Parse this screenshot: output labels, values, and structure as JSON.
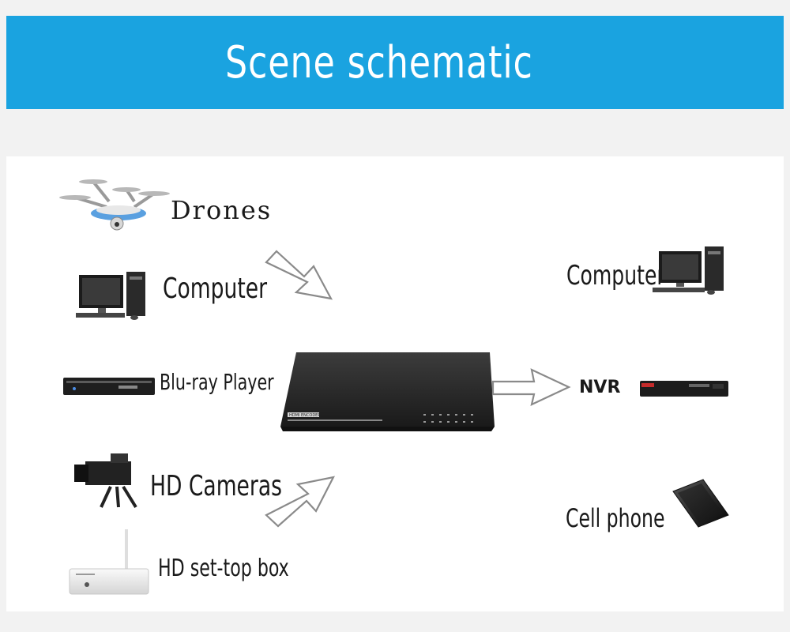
{
  "title": "Scene schematic",
  "sources": {
    "drones": "Drones",
    "computer": "Computer",
    "bluray": "Blu-ray Player",
    "hd_cameras": "HD Cameras",
    "settop": "HD set-top box"
  },
  "center": {
    "encoder_label": "HDMI ENCODER"
  },
  "outputs": {
    "computer": "Computer",
    "nvr": "NVR",
    "cell_phone": "Cell phone"
  },
  "colors": {
    "banner": "#1aa3e0",
    "arrow_stroke": "#888888",
    "device_dark": "#2b2b2b"
  },
  "icons": [
    "drone-icon",
    "desktop-computer-icon",
    "bluray-player-icon",
    "video-camera-icon",
    "settop-box-icon",
    "encoder-device-icon",
    "nvr-device-icon",
    "smartphone-icon"
  ]
}
